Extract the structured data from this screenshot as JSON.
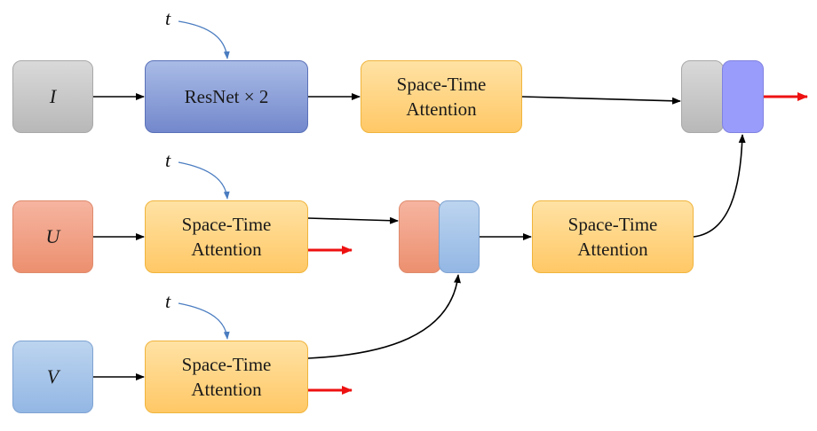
{
  "inputs": {
    "i": "I",
    "u": "U",
    "v": "V"
  },
  "timestep": "t",
  "blocks": {
    "resnet": "ResNet × 2",
    "attention": "Space-Time\nAttention"
  },
  "colors": {
    "line": "#000000",
    "timestep_arrow": "#4a7cc0",
    "output_arrow": "#ee1111"
  }
}
